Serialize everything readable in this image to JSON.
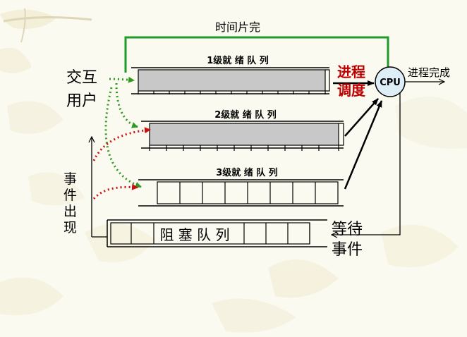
{
  "time_slice_label": "时间片完",
  "queue1_label": "1级就 绪 队 列",
  "queue2_label": "2级就 绪 队 列",
  "queue3_label": "3级就 绪 队 列",
  "blocked_queue_label": "阻 塞 队 列",
  "interactive_user_line1": "交互",
  "interactive_user_line2": "用户",
  "dispatch_line1": "进程",
  "dispatch_line2": "调度",
  "cpu_label": "CPU",
  "process_done_label": "进程完成",
  "event_occurs_chars": [
    "事",
    "件",
    "出",
    "现"
  ],
  "wait_event_line1": "等待",
  "wait_event_line2": "事件",
  "colors": {
    "time_slice_loop": "#1f9a2a",
    "dispatch_text": "#c00000",
    "queue_fill": "#c8c8c8",
    "cpu_fill": "#ddeef7",
    "interactive_dotted": "#2f9a1e",
    "event_dotted": "#cc1010"
  },
  "icons": [
    "background-leaf-decoration-icon",
    "cpu-circle-icon"
  ]
}
